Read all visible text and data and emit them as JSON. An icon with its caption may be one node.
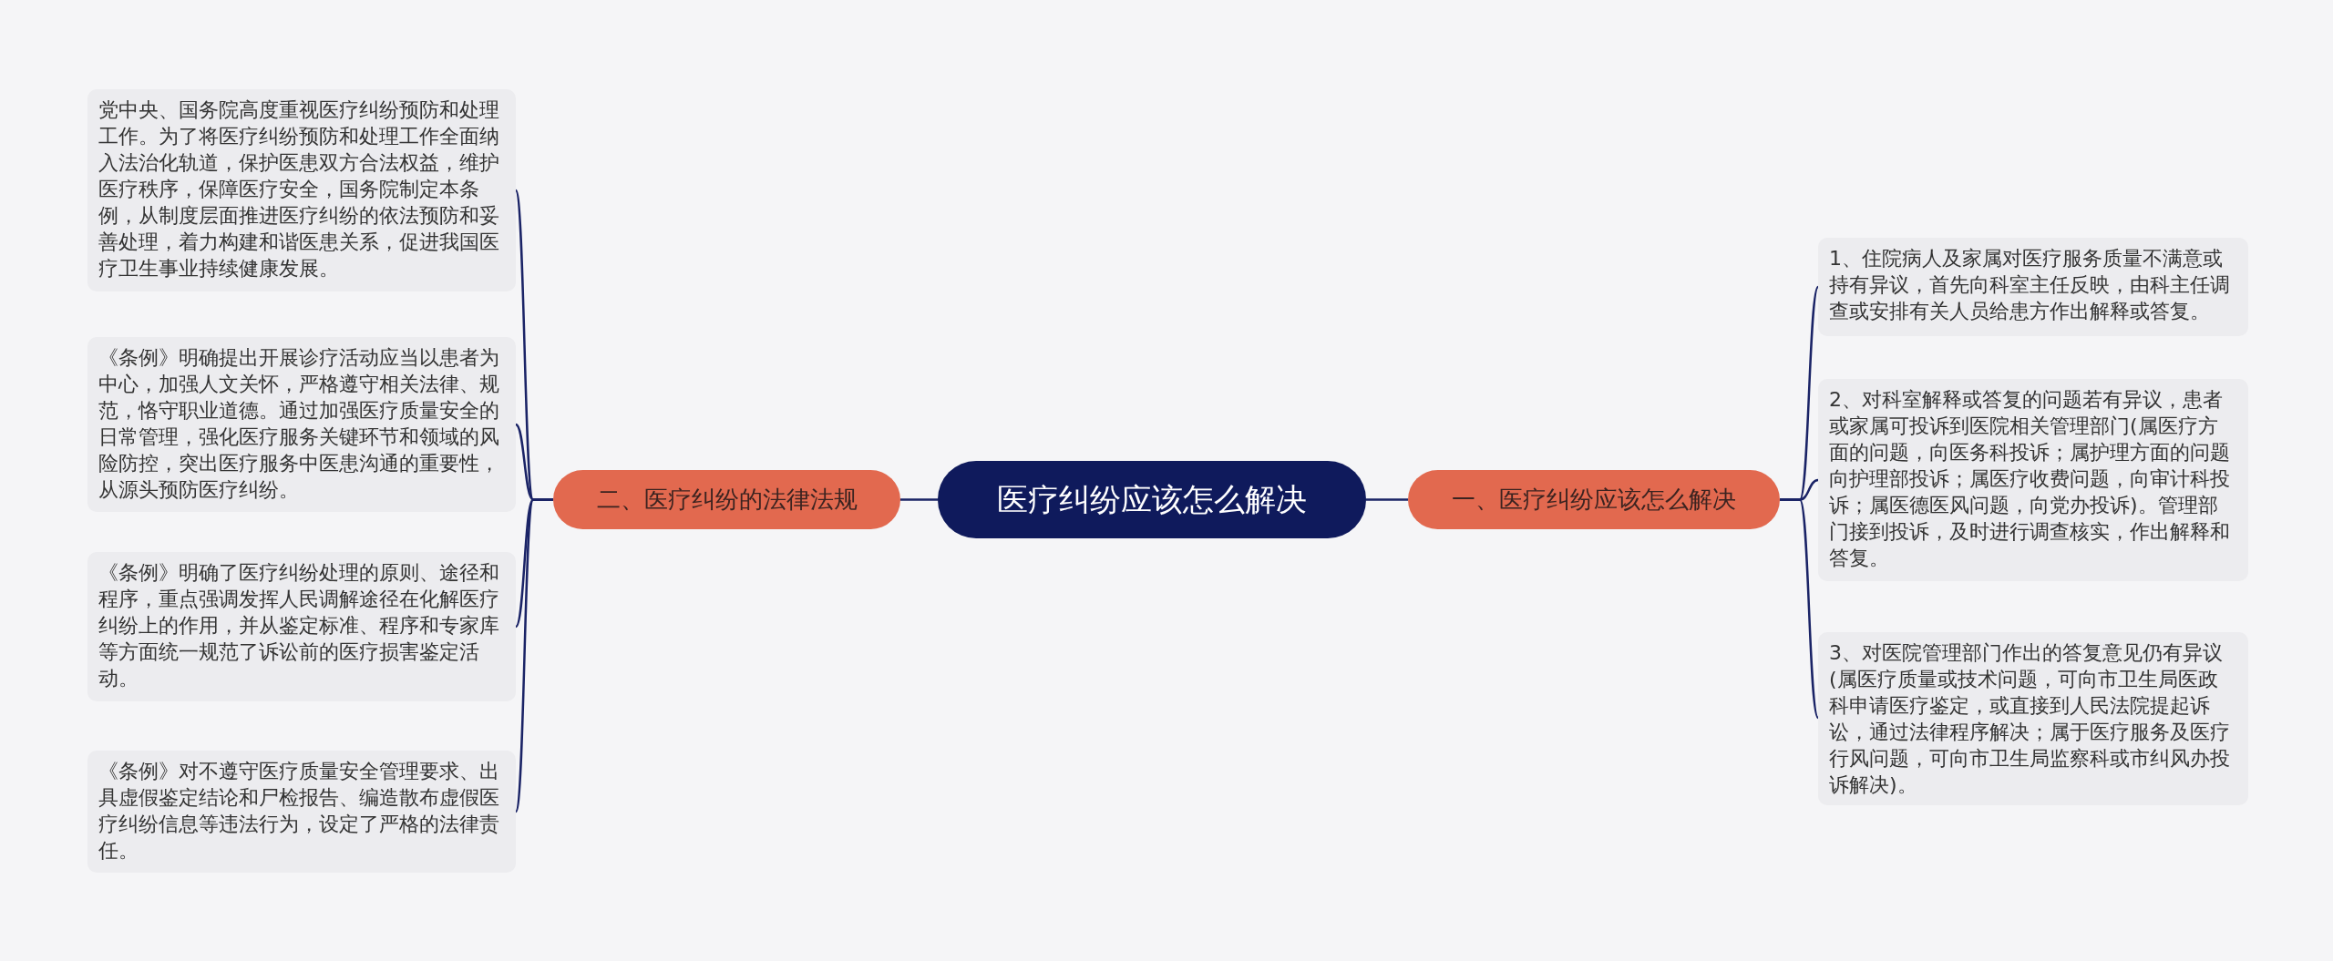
{
  "diagram": {
    "nodes": [
      {
        "text": [
          "医疗纠纷应该怎么解决"
        ]
      },
      {
        "text": [
          "一、医疗纠纷应该怎么解决"
        ]
      },
      {
        "text": [
          "1、住院病人及家属对医疗服务质量不满意或持有异议，首先向科室主任反映，由科主任调查或安排有关人员给患方作出解释或答复。"
        ]
      },
      {
        "text": [
          "2、对科室解释或答复的问题若有异议，患者或家属可投诉到医院相关管理部门(属医疗方面的问题，向医务科投诉；属护理方面的问题向护理部投诉；属医疗收费问题，向审计科投诉；属医德医风问题，向党办投诉)。管理部门接到投诉，及时进行调查核实，作出解释和答复。"
        ]
      },
      {
        "text": [
          "3、对医院管理部门作出的答复意见仍有异议(属医疗质量或技术问题，可向市卫生局医政科申请医疗鉴定，或直接到人民法院提起诉讼，通过法律程序解决；属于医疗服务及医疗行风问题，可向市卫生局监察科或市纠风办投诉解决)。"
        ]
      },
      {
        "text": [
          "二、医疗纠纷的法律法规"
        ]
      },
      {
        "text": [
          "党中央、国务院高度重视医疗纠纷预防和处理工作。为了将医疗纠纷预防和处理工作全面纳入法治化轨道，保护医患双方合法权益，维护医疗秩序，保障医疗安全，国务院制定本条例，从制度层面推进医疗纠纷的依法预防和妥善处理，着力构建和谐医患关系，促进我国医疗卫生事业持续健康发展。"
        ]
      },
      {
        "text": [
          "《条例》明确提出开展诊疗活动应当以患者为中心，加强人文关怀，严格遵守相关法律、规范，恪守职业道德。通过加强医疗质量安全的日常管理，强化医疗服务关键环节和领域的风险防控，突出医疗服务中医患沟通的重要性，从源头预防医疗纠纷。"
        ]
      },
      {
        "text": [
          "《条例》明确了医疗纠纷处理的原则、途径和程序，重点强调发挥人民调解途径在化解医疗纠纷上的作用，并从鉴定标准、程序和专家库等方面统一规范了诉讼前的医疗损害鉴定活动。"
        ]
      },
      {
        "text": [
          "《条例》对不遵守医疗质量安全管理要求、出具虚假鉴定结论和尸检报告、编造散布虚假医疗纠纷信息等违法行为，设定了严格的法律责任。"
        ]
      }
    ],
    "edges": [
      {
        "from": 0,
        "to": 1,
        "arrow": "none"
      },
      {
        "from": 1,
        "to": 2,
        "arrow": "none"
      },
      {
        "from": 1,
        "to": 3,
        "arrow": "none"
      },
      {
        "from": 1,
        "to": 4,
        "arrow": "none"
      },
      {
        "from": 0,
        "to": 5,
        "arrow": "none"
      },
      {
        "from": 5,
        "to": 6,
        "arrow": "none"
      },
      {
        "from": 5,
        "to": 7,
        "arrow": "none"
      },
      {
        "from": 5,
        "to": 8,
        "arrow": "none"
      },
      {
        "from": 5,
        "to": 9,
        "arrow": "none"
      }
    ]
  }
}
